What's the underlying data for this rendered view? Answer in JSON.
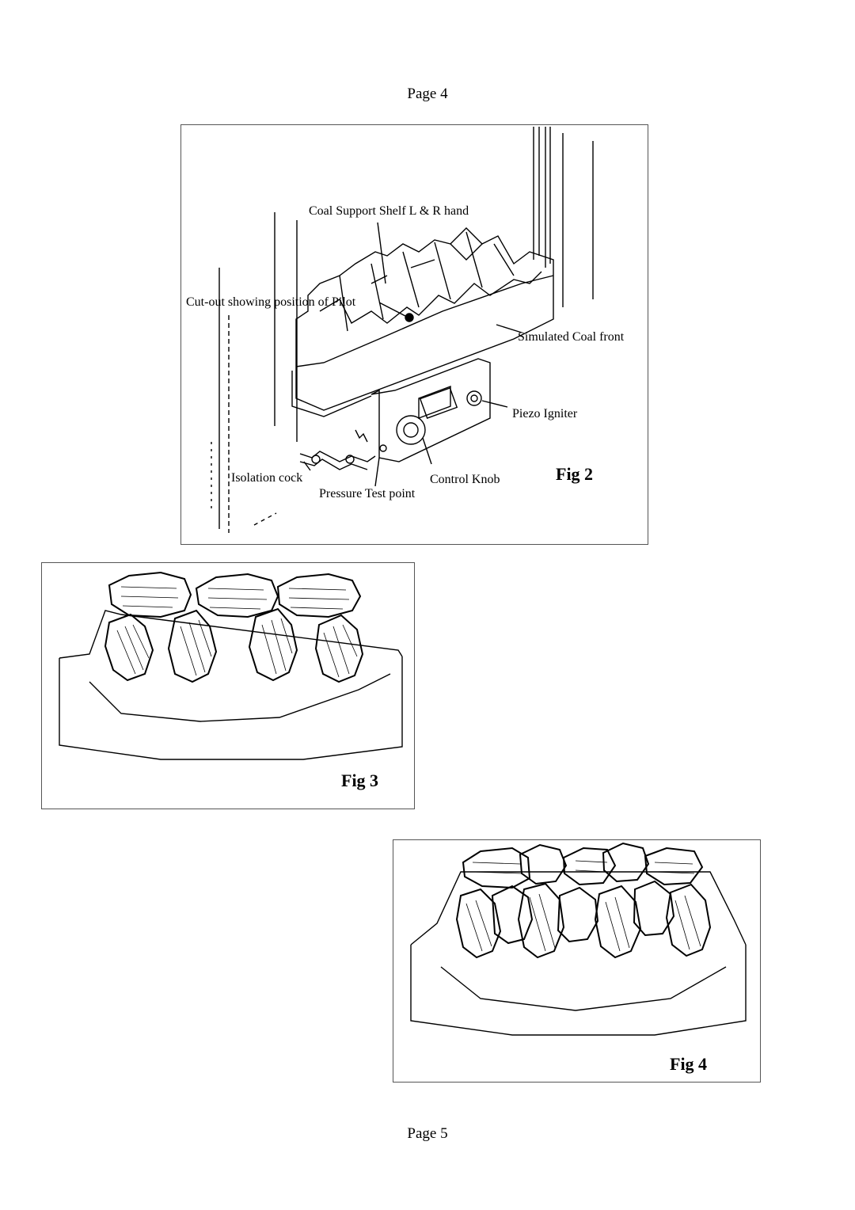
{
  "header": {
    "page_label": "Page 4"
  },
  "footer": {
    "page_label": "Page 5"
  },
  "fig2": {
    "caption": "Fig 2",
    "labels": {
      "coal_support_shelf": "Coal Support Shelf L & R hand",
      "cutout_pilot": "Cut-out showing position of Pilot",
      "simulated_coal_front": "Simulated Coal front",
      "piezo_igniter": "Piezo Igniter",
      "isolation_cock": "Isolation cock",
      "control_knob": "Control Knob",
      "pressure_test_point": "Pressure Test point"
    }
  },
  "fig3": {
    "caption": "Fig 3"
  },
  "fig4": {
    "caption": "Fig 4"
  }
}
